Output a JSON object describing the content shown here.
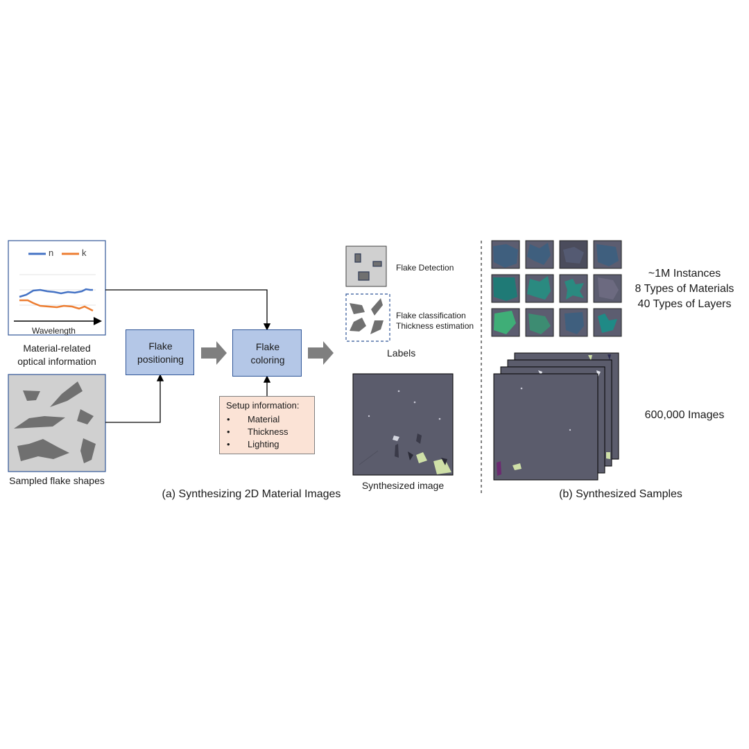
{
  "panel_a": {
    "title": "(a) Synthesizing 2D Material Images",
    "optical_chart": {
      "legend": [
        "n",
        "k"
      ],
      "colors": {
        "n": "#4472c4",
        "k": "#ed7d31"
      },
      "xlabel": "Wavelength"
    },
    "optical_caption": [
      "Material-related",
      "optical information"
    ],
    "shapes_caption": "Sampled flake shapes",
    "flake_positioning": [
      "Flake",
      "positioning"
    ],
    "flake_coloring": [
      "Flake",
      "coloring"
    ],
    "setup": {
      "title": "Setup information:",
      "items": [
        "Material",
        "Thickness",
        "Lighting"
      ]
    },
    "labels": {
      "detection": "Flake Detection",
      "classification": "Flake classification",
      "thickness": "Thickness estimation",
      "caption": "Labels"
    },
    "synth_caption": "Synthesized image"
  },
  "panel_b": {
    "title": "(b) Synthesized Samples",
    "stats": [
      "~1M Instances",
      "8 Types of Materials",
      "40 Types of Layers"
    ],
    "images_stat": "600,000 Images"
  },
  "colors": {
    "node_fill": "#b4c7e7",
    "node_border": "#2f5597",
    "flake_gray": "#707070",
    "canvas_gray": "#d0d0d0",
    "substrate": "#5b5c6c",
    "setup_fill": "#fbe3d6"
  }
}
